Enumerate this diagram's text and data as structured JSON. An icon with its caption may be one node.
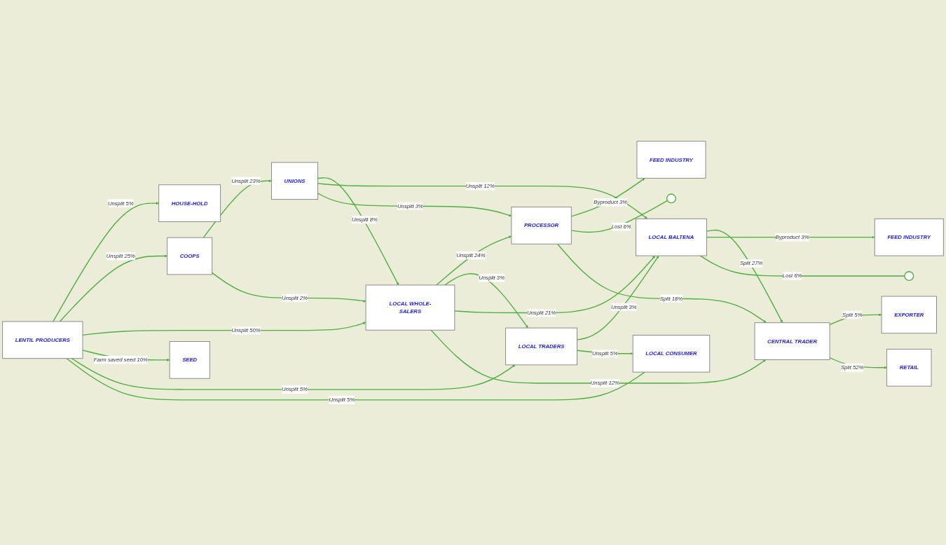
{
  "diagram": {
    "nodes": [
      {
        "text": [
          "HOUSE-HOLD"
        ]
      },
      {
        "text": [
          "COOPS"
        ]
      },
      {
        "text": [
          "UNIONS"
        ]
      },
      {
        "text": [
          "FEED INDUSTRY"
        ]
      },
      {
        "text": [
          "LENTIL PRODUCERS"
        ]
      },
      {
        "text": [
          "LOCAL WHOLE-SALERS"
        ]
      },
      {
        "text": [
          "PROCESSOR"
        ]
      },
      {
        "text": [],
        "shape": "circle"
      },
      {
        "text": [
          "SEED"
        ]
      },
      {
        "text": [
          "LOCAL TRADERS"
        ]
      },
      {
        "text": [
          "LOCAL BALTENA"
        ]
      },
      {
        "text": [
          "CENTRAL TRADER"
        ]
      },
      {
        "text": [
          "EXPORTER"
        ]
      },
      {
        "text": [
          "LOCAL CONSUMER"
        ]
      },
      {
        "text": [
          "FEED INDUSTRY"
        ]
      },
      {
        "text": [
          "RETAIL"
        ]
      },
      {
        "text": [],
        "shape": "circle"
      }
    ],
    "edges": [
      {
        "from": 4,
        "to": 0,
        "arrow": "to",
        "label": "Unsplit 5%"
      },
      {
        "from": 4,
        "to": 1,
        "arrow": "to",
        "label": "Unsplit 25%"
      },
      {
        "from": 1,
        "to": 2,
        "arrow": "to",
        "label": "Unsplit 23%"
      },
      {
        "from": 1,
        "to": 5,
        "arrow": "to",
        "label": "Unsplit 2%"
      },
      {
        "from": 2,
        "to": 5,
        "arrow": "to",
        "label": "Unsplit 8%"
      },
      {
        "from": 4,
        "to": 5,
        "arrow": "to",
        "label": "Unsplit 50%"
      },
      {
        "from": 2,
        "to": 10,
        "arrow": "to",
        "label": "Unsplit 12%"
      },
      {
        "from": 2,
        "to": 6,
        "arrow": "to",
        "label": "Unsplit 3%"
      },
      {
        "from": 6,
        "to": 3,
        "arrow": "to",
        "label": "Byproduct 3%"
      },
      {
        "from": 5,
        "to": 6,
        "arrow": "to",
        "label": "Unsplit 24%"
      },
      {
        "from": 6,
        "to": 7,
        "arrow": "none",
        "label": "Lost 6%"
      },
      {
        "from": 4,
        "to": 8,
        "arrow": "to",
        "label": "Farm saved seed 10%"
      },
      {
        "from": 4,
        "to": 9,
        "arrow": "to",
        "label": "Unsplit 5%"
      },
      {
        "from": 5,
        "to": 9,
        "arrow": "to",
        "label": "Unsplit 3%"
      },
      {
        "from": 5,
        "to": 10,
        "arrow": "to",
        "label": "Unsplit 21%"
      },
      {
        "from": 5,
        "to": 11,
        "arrow": "to",
        "label": "Unsplit 12%"
      },
      {
        "from": 6,
        "to": 11,
        "arrow": "to",
        "label": "Split 18%"
      },
      {
        "from": 9,
        "to": 10,
        "arrow": "to",
        "label": "Unsplit 3%"
      },
      {
        "from": 10,
        "to": 11,
        "arrow": "to",
        "label": "Split 27%"
      },
      {
        "from": 11,
        "to": 12,
        "arrow": "to",
        "label": "Split 5%"
      },
      {
        "from": 11,
        "to": 15,
        "arrow": "to",
        "label": "Split 52%"
      },
      {
        "from": 4,
        "to": 13,
        "arrow": "none",
        "label": "Unsplit 5%"
      },
      {
        "from": 9,
        "to": 13,
        "arrow": "to",
        "label": "Unsplit 5%"
      },
      {
        "from": 10,
        "to": 14,
        "arrow": "to",
        "label": "Byproduct 3%"
      },
      {
        "from": 10,
        "to": 16,
        "arrow": "none",
        "label": "Lost 6%"
      }
    ]
  }
}
